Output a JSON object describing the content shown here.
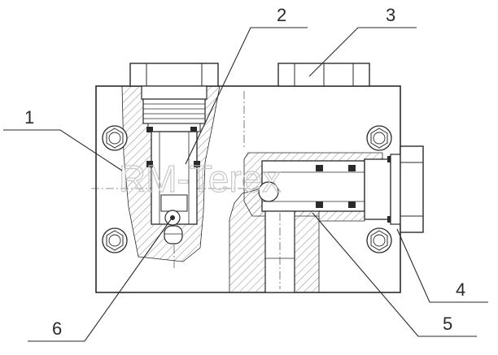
{
  "diagram": {
    "watermark": "RM-Terex",
    "callouts": [
      "1",
      "2",
      "3",
      "4",
      "5",
      "6"
    ]
  },
  "colors": {
    "line": "#2a2a2a",
    "hatch": "#8a8a8a",
    "watermark": "#c8c8c8",
    "background": "#ffffff"
  }
}
